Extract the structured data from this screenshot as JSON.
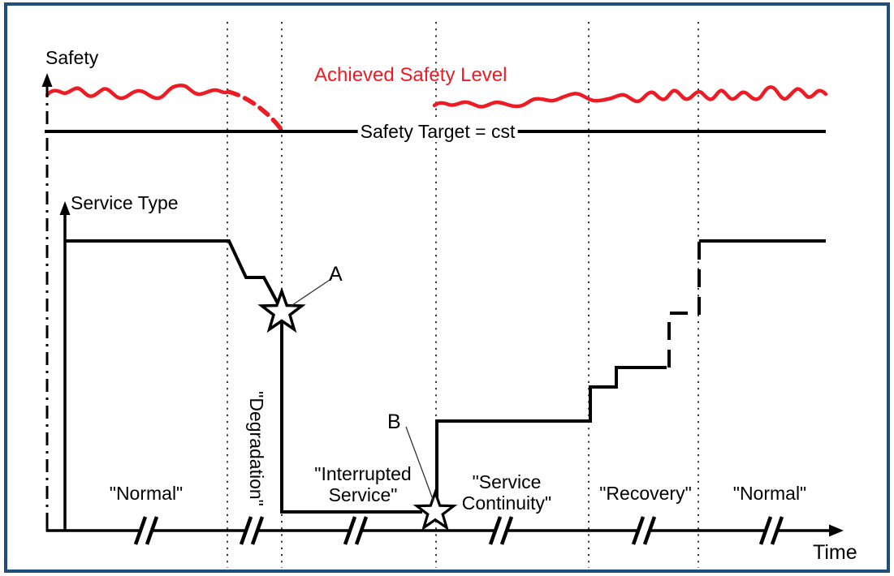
{
  "colors": {
    "red": "#ED1C24",
    "ink": "#000000",
    "border": "#1F4E79",
    "background": "#FFFFFF"
  },
  "safety_panel": {
    "axis_label": "Safety",
    "achieved_series_label": "Achieved Safety Level",
    "target_line_label": "Safety Target = cst"
  },
  "service_panel": {
    "axis_label": "Service Type",
    "event_marker_a": "A",
    "event_marker_b": "B"
  },
  "time_axis": {
    "label": "Time"
  },
  "phases": [
    {
      "name": "\"Normal\""
    },
    {
      "name": "\"Degradation\""
    },
    {
      "name": "\"Interrupted\nService\""
    },
    {
      "name": "\"Service\nContinuity\""
    },
    {
      "name": "\"Recovery\""
    },
    {
      "name": "\"Normal\""
    }
  ],
  "chart_data": {
    "type": "diagram",
    "x_axis": "Time",
    "phase_sequence": [
      "Normal",
      "Degradation",
      "Interrupted Service",
      "Service Continuity",
      "Recovery",
      "Normal"
    ],
    "panels": [
      {
        "y_axis": "Safety",
        "series": [
          {
            "name": "Achieved Safety Level",
            "style": "red wavy line",
            "behavior": "above target in Normal; dashed decline down to the target line during Degradation; absent while service is interrupted; resumes wavy above target from Service Continuity to the end"
          },
          {
            "name": "Safety Target = cst",
            "style": "black horizontal line",
            "behavior": "constant"
          }
        ]
      },
      {
        "y_axis": "Service Type",
        "series": [
          {
            "name": "Service level",
            "style": "black stepped line",
            "behavior": "high plateau in Normal; steps down through Degradation to event A; drops to minimum during Interrupted Service; jumps up at event B; staircase up through Recovery (upper part dashed); returns to the Normal plateau level"
          }
        ],
        "events": [
          {
            "id": "A",
            "position": "end of Degradation, star marker"
          },
          {
            "id": "B",
            "position": "start of Service Continuity, star marker on time axis"
          }
        ]
      }
    ]
  }
}
